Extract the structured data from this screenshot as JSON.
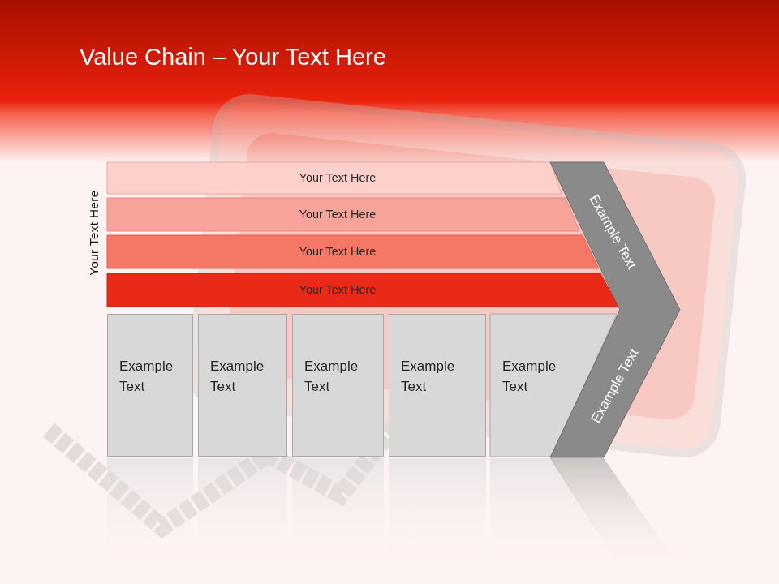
{
  "diagram": {
    "title": "Value Chain – Your Text Here",
    "nodes": [
      {
        "text": [
          "Your Text Here"
        ]
      },
      {
        "text": [
          "Your Text Here"
        ]
      },
      {
        "text": [
          "Your Text Here"
        ]
      },
      {
        "text": [
          "Your Text Here"
        ]
      },
      {
        "text": [
          "Example Text"
        ]
      },
      {
        "text": [
          "Example Text"
        ]
      },
      {
        "text": [
          "Example Text"
        ]
      },
      {
        "text": [
          "Example Text"
        ]
      },
      {
        "text": [
          "Example Text"
        ]
      },
      {
        "text": [
          "Example Text",
          "Example Text"
        ]
      }
    ],
    "labels": [
      "Your Text Here"
    ]
  }
}
